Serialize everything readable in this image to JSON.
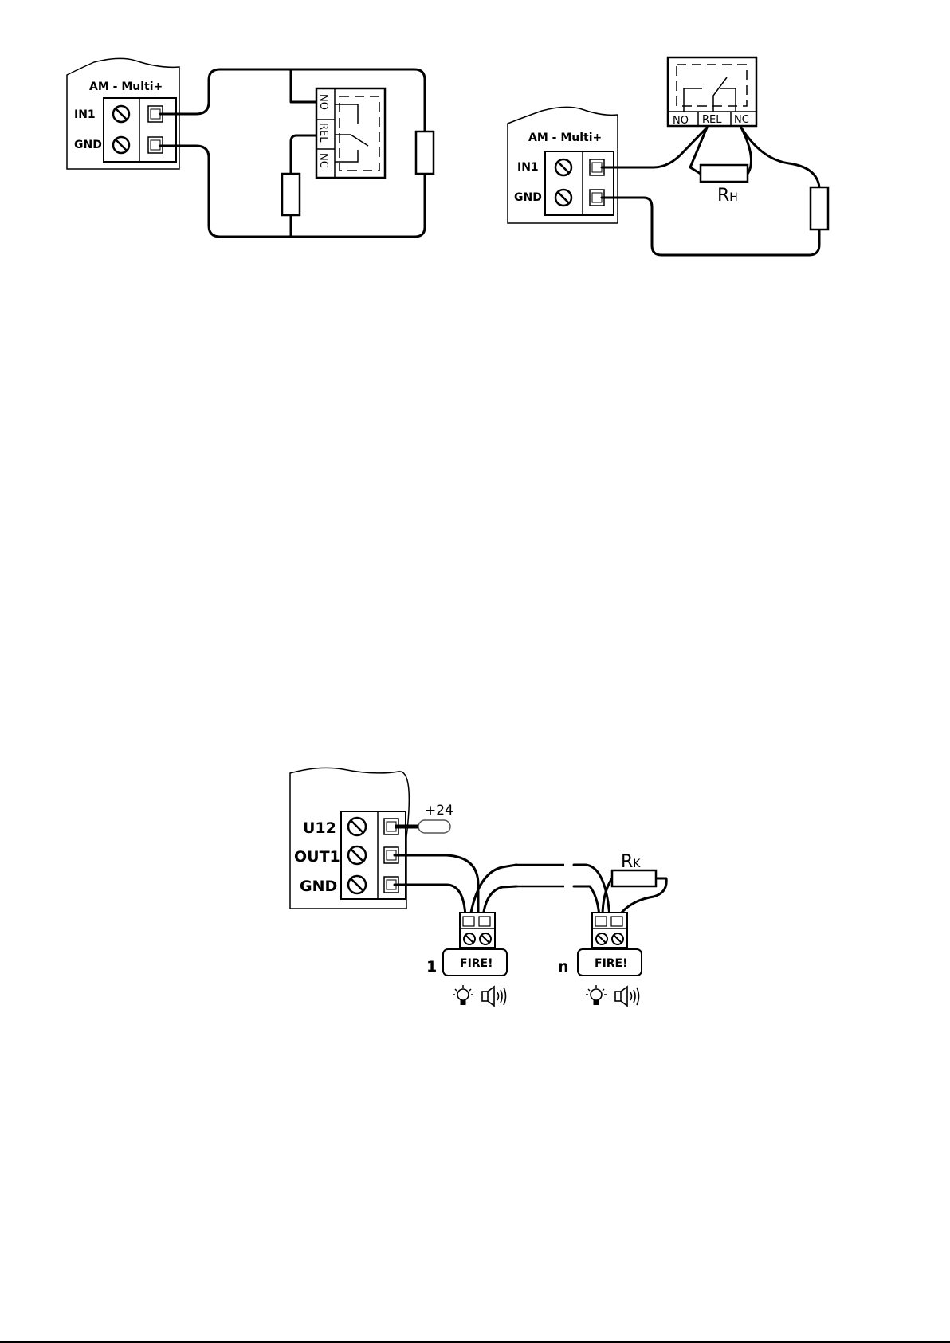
{
  "diagram_1": {
    "module_label": "AM - Multi+",
    "terminal_labels": [
      "IN1",
      "GND"
    ],
    "relay_labels": [
      "NO",
      "REL",
      "NC"
    ]
  },
  "diagram_2": {
    "module_label": "AM - Multi+",
    "terminal_labels": [
      "IN1",
      "GND"
    ],
    "relay_labels": [
      "NO",
      "REL",
      "NC"
    ],
    "resistor_label": "R",
    "resistor_subscript": "H"
  },
  "diagram_3": {
    "terminal_labels": [
      "U12",
      "OUT1",
      "GND"
    ],
    "supply_label": "+24",
    "resistor_label": "R",
    "resistor_subscript": "K",
    "device_label": "FIRE!",
    "device_indices": [
      "1",
      "n"
    ]
  }
}
